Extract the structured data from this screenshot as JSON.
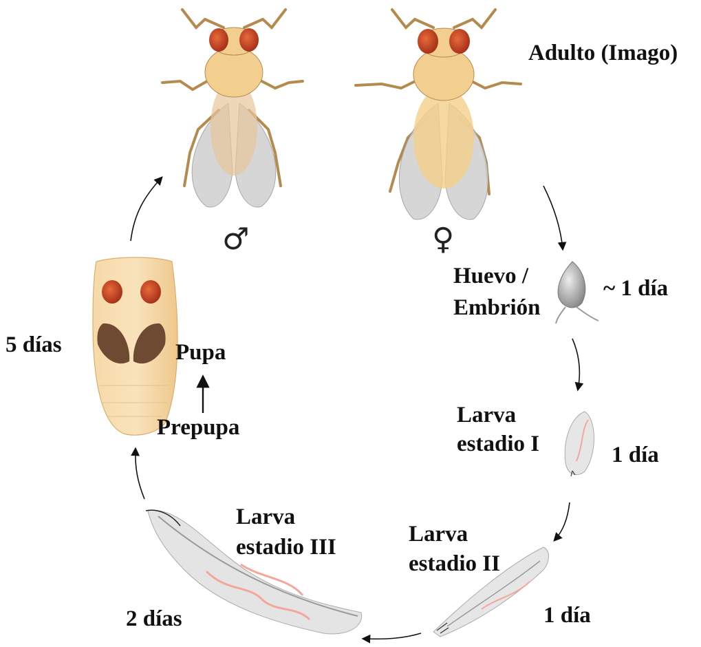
{
  "stages": {
    "adult": {
      "label": "Adulto (Imago)"
    },
    "egg": {
      "line1": "Huevo /",
      "line2": "Embrión",
      "duration": "~ 1 día"
    },
    "larva1": {
      "line1": "Larva",
      "line2": "estadio I",
      "duration": "1 día"
    },
    "larva2": {
      "line1": "Larva",
      "line2": "estadio II",
      "duration": "1 día"
    },
    "larva3": {
      "line1": "Larva",
      "line2": "estadio III",
      "duration": "2 días"
    },
    "pupa": {
      "label": "Pupa",
      "prepupa": "Prepupa",
      "duration": "5 días"
    }
  },
  "sex_symbols": {
    "male": "♂",
    "female": "♀"
  },
  "colors": {
    "body": "#F2CF8E",
    "body_dark": "#E7B565",
    "eye": "#C84A26",
    "wing": "#C8C8C8",
    "gut": "#F2A79A",
    "pupa_wing": "#6E4A33",
    "text": "#111111"
  }
}
